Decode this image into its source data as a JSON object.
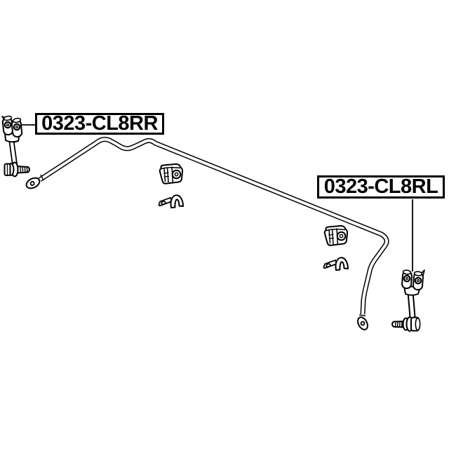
{
  "diagram": {
    "type": "exploded-parts-line-diagram",
    "subject": "rear-stabilizer-sway-bar-assembly",
    "colors": {
      "background": "#ffffff",
      "line": "#000000",
      "label_text": "#000000",
      "label_border": "#000000",
      "label_fill": "#ffffff"
    },
    "labels": {
      "rear_right": {
        "text": "0323-CL8RR"
      },
      "rear_left": {
        "text": "0323-CL8RL"
      }
    },
    "parts": [
      {
        "id": "stabilizer-link-top-left",
        "label": "0323-CL8RR"
      },
      {
        "id": "stabilizer-bar",
        "label": ""
      },
      {
        "id": "bushing-1",
        "label": ""
      },
      {
        "id": "bracket-1",
        "label": ""
      },
      {
        "id": "bushing-2",
        "label": ""
      },
      {
        "id": "bracket-2",
        "label": ""
      },
      {
        "id": "stabilizer-link-bottom-right",
        "label": "0323-CL8RL"
      }
    ]
  }
}
